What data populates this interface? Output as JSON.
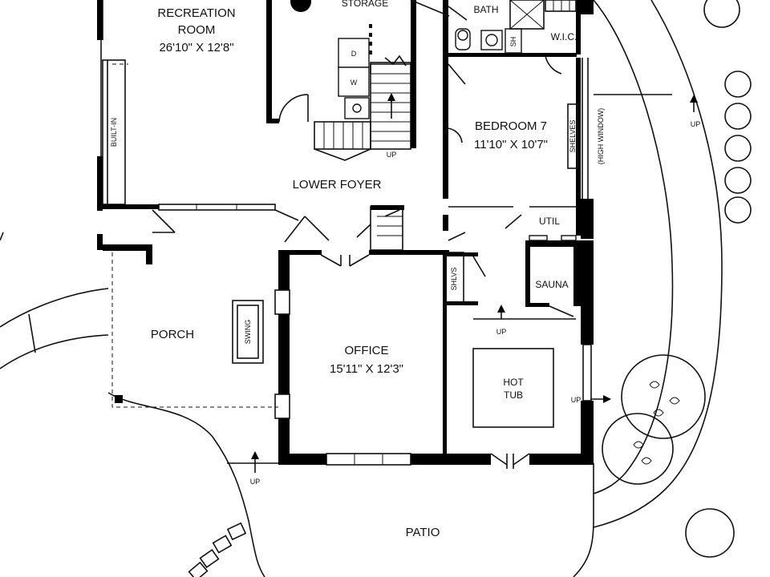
{
  "rooms": {
    "recreation": {
      "name_line1": "RECREATION",
      "name_line2": "ROOM",
      "dimensions": "26'10\" X 12'8\""
    },
    "storage": {
      "name": "STORAGE"
    },
    "bath": {
      "name": "BATH"
    },
    "wic": {
      "name": "W.I.C."
    },
    "bedroom7": {
      "name": "BEDROOM 7",
      "dimensions": "11'10\" X 10'7\""
    },
    "lower_foyer": {
      "name": "LOWER FOYER"
    },
    "util": {
      "name": "UTIL"
    },
    "sauna": {
      "name": "SAUNA"
    },
    "porch": {
      "name": "PORCH"
    },
    "office": {
      "name": "OFFICE",
      "dimensions": "15'11\" X 12'3\""
    },
    "hot_tub": {
      "name_line1": "HOT",
      "name_line2": "TUB"
    },
    "patio": {
      "name": "PATIO"
    }
  },
  "fixtures": {
    "washer": "W",
    "dryer": "D",
    "shower": "SH",
    "swing": "SWING",
    "built_in": "BUILT-IN",
    "shelves": "SHELVES",
    "shelves_short": "SHLVS",
    "high_window": "(HIGH WINDOW)"
  },
  "stairs": {
    "up_label": "UP"
  }
}
